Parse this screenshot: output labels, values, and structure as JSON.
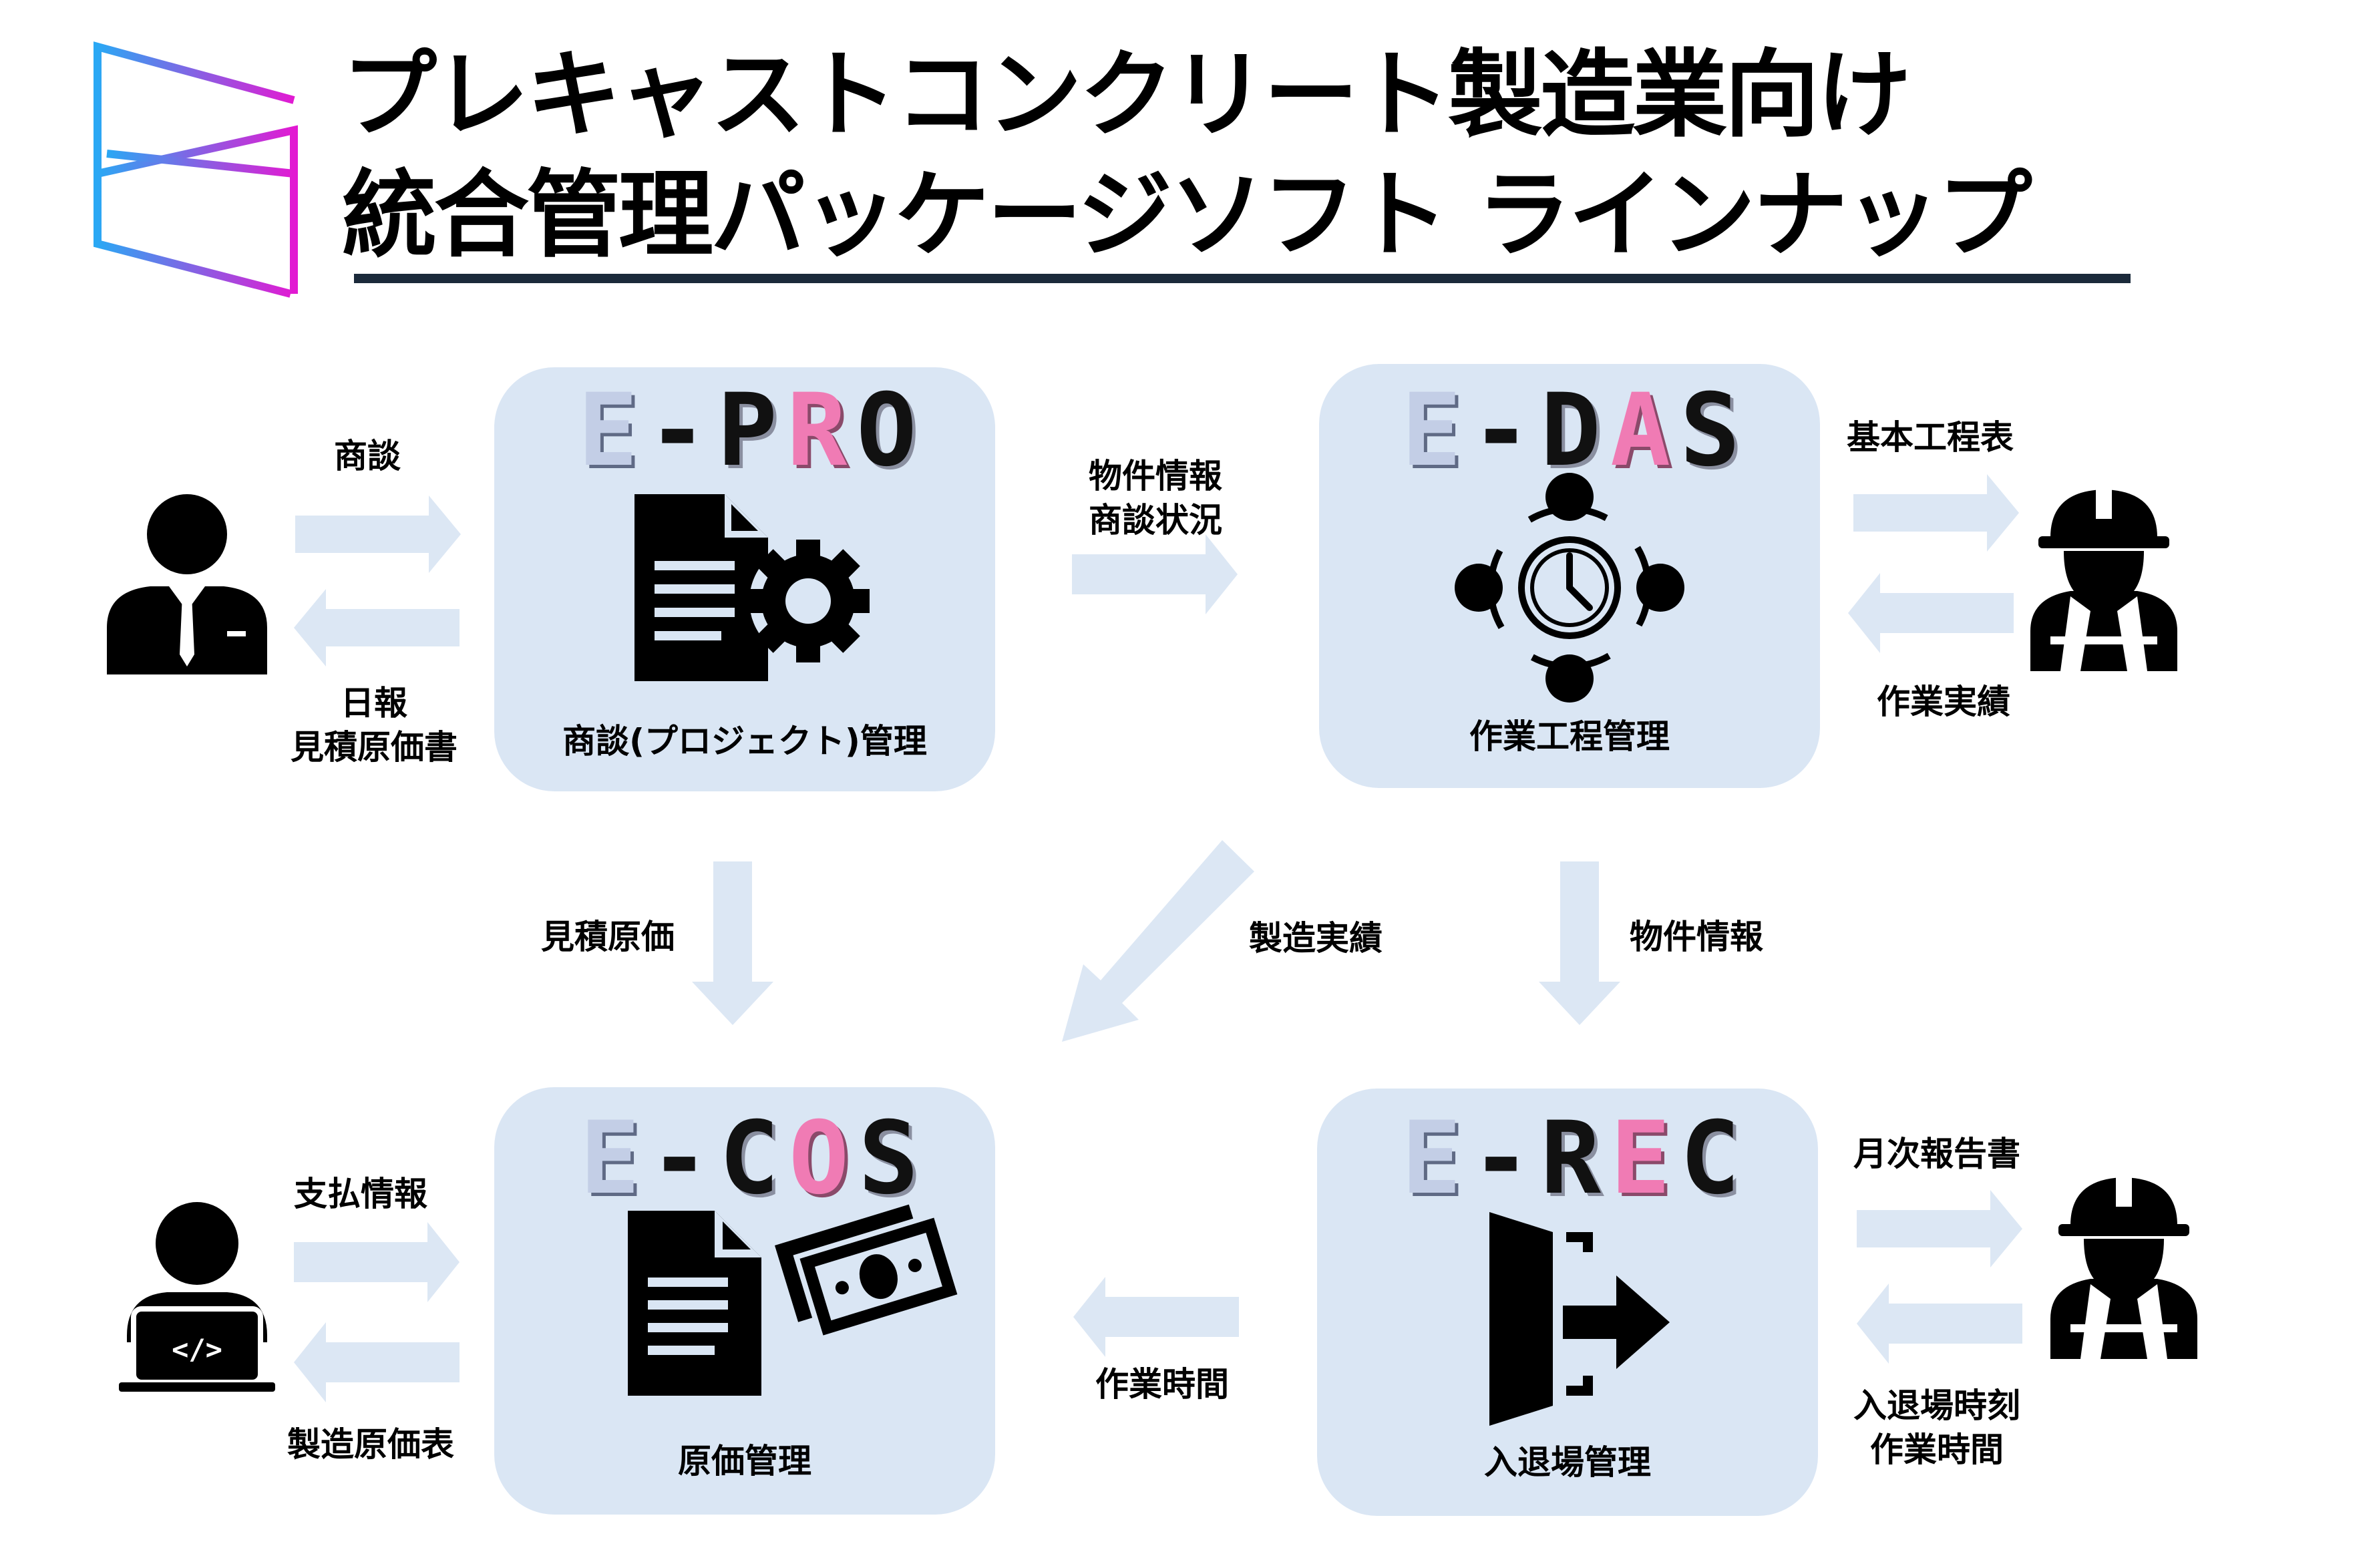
{
  "title": {
    "line1": "プレキャストコンクリート製造業向け",
    "line2": "統合管理パッケージソフト ラインナップ"
  },
  "colors": {
    "panel": "#dae6f4",
    "arrow": "#dce7f4",
    "accent_pink": "#f07bb4",
    "logo_blue": "#2aa8f4",
    "logo_magenta": "#e21ad2",
    "rule": "#1b2a3a"
  },
  "products": {
    "epro": {
      "prefix": "E",
      "dash": "-",
      "c1": "P",
      "c2": "R",
      "c3": "O",
      "pink_letter": "R",
      "label": "商談(プロジェクト)管理",
      "icon": "document-gear-icon"
    },
    "edas": {
      "prefix": "E",
      "dash": "-",
      "c1": "D",
      "c2": "A",
      "c3": "S",
      "pink_letter": "A",
      "label": "作業工程管理",
      "icon": "process-clock-icon"
    },
    "ecos": {
      "prefix": "E",
      "dash": "-",
      "c1": "C",
      "c2": "O",
      "c3": "S",
      "pink_letter": "O",
      "label": "原価管理",
      "icon": "document-money-icon"
    },
    "erec": {
      "prefix": "E",
      "dash": "-",
      "c1": "R",
      "c2": "E",
      "c3": "C",
      "pink_letter": "E",
      "label": "入退場管理",
      "icon": "exit-door-icon"
    }
  },
  "flows": {
    "sales_to_epro": "商談",
    "epro_to_sales_1": "日報",
    "epro_to_sales_2": "見積原価書",
    "epro_to_edas_1": "物件情報",
    "epro_to_edas_2": "商談状況",
    "edas_to_worker": "基本工程表",
    "worker_to_edas": "作業実績",
    "epro_to_ecos": "見積原価",
    "edas_to_ecos": "製造実績",
    "edas_to_erec": "物件情報",
    "erec_to_ecos": "作業時間",
    "admin_to_ecos": "支払情報",
    "ecos_to_admin": "製造原価表",
    "erec_to_worker": "月次報告書",
    "worker_to_erec_1": "入退場時刻",
    "worker_to_erec_2": "作業時間"
  },
  "actors": {
    "sales": "businessman-icon",
    "worker_top": "construction-worker-icon",
    "admin": "developer-laptop-icon",
    "worker_bottom": "construction-worker-icon"
  }
}
